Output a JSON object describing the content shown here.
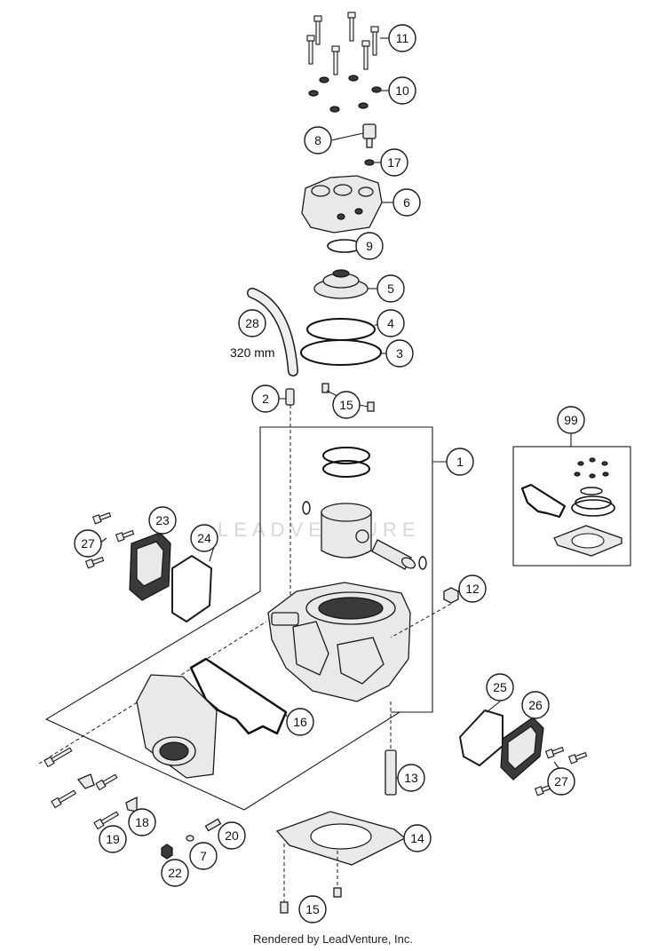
{
  "callouts": [
    "1",
    "2",
    "3",
    "4",
    "5",
    "6",
    "7",
    "8",
    "9",
    "10",
    "11",
    "12",
    "13",
    "14",
    "15",
    "15",
    "16",
    "17",
    "18",
    "19",
    "20",
    "22",
    "23",
    "24",
    "25",
    "26",
    "27",
    "27",
    "28",
    "99"
  ],
  "hose_length": "320 mm",
  "watermark": "LEADVENTURE",
  "footer": "Rendered by LeadVenture, Inc."
}
